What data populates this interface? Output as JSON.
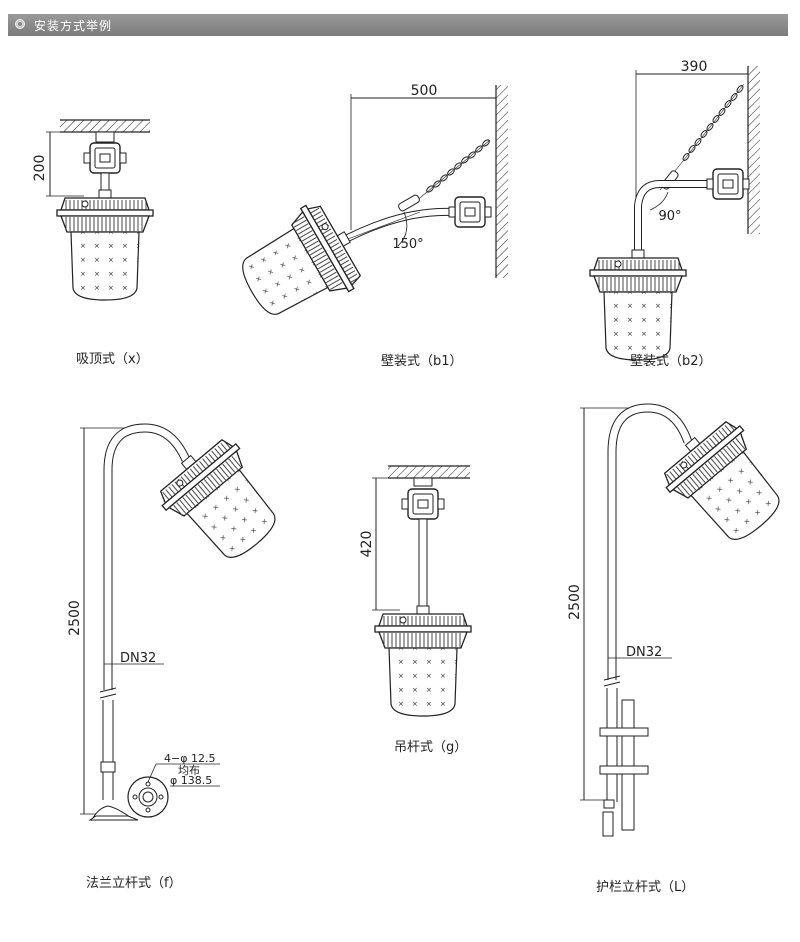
{
  "header": {
    "title": "安装方式举例"
  },
  "views": {
    "x": {
      "caption": "吸顶式（x）",
      "dim": "200"
    },
    "b1": {
      "caption": "壁装式（b1）",
      "dim": "500",
      "angle": "150°"
    },
    "b2": {
      "caption": "壁装式（b2）",
      "dim": "390",
      "angle": "90°"
    },
    "f": {
      "caption": "法兰立杆式（f）",
      "dim": "2500",
      "pipe": "DN32",
      "hole_note": "4−φ 12.5",
      "even_note": "均布",
      "pcd_note": "φ 138.5"
    },
    "g": {
      "caption": "吊杆式（g）",
      "dim": "420"
    },
    "L": {
      "caption": "护栏立杆式（L）",
      "dim": "2500",
      "pipe": "DN32"
    }
  }
}
